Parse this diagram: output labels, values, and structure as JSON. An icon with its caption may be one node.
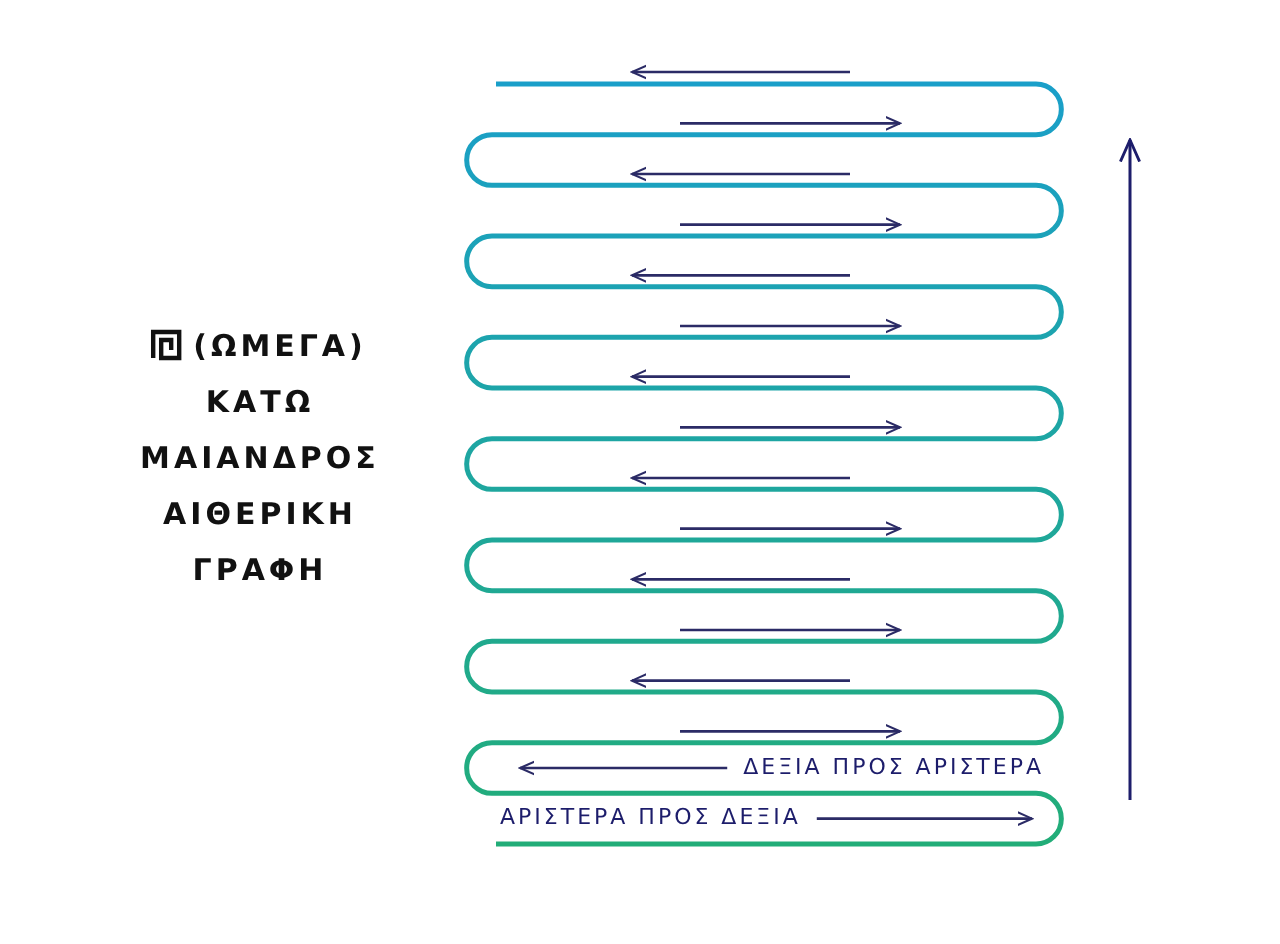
{
  "diagram": {
    "labels": [
      "(ΩΜΕΓΑ)",
      "ΚΑΤΩ",
      "ΜΑΙΑΝΔΡΟΣ",
      "ΑΙΘΕΡΙΚΗ",
      "ΓΡΑΦΗ",
      "ΔΕΞΙΑ ΠΡΟΣ ΑΡΙΣΤΕΡΑ",
      "ΑΡΙΣΤΕΡΑ ΠΡΟΣ ΔΕΞΙΑ"
    ]
  }
}
